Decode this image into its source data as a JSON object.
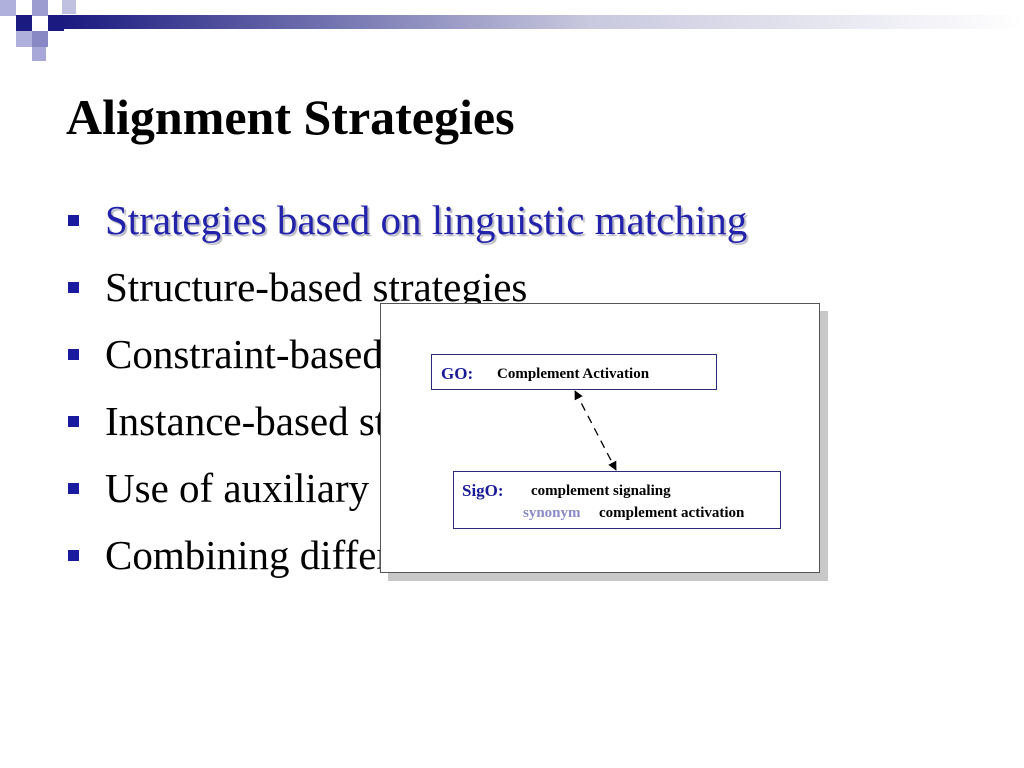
{
  "slide": {
    "title": "Alignment Strategies",
    "bullets": [
      "Strategies based on linguistic matching",
      "Structure-based strategies",
      "Constraint-based approaches",
      "Instance-based strategies",
      "Use of auxiliary information",
      "Combining different approaches"
    ]
  },
  "popup": {
    "go_label": "GO:",
    "go_value": "Complement Activation",
    "sigo_label": "SigO:",
    "sigo_value": "complement signaling",
    "synonym_label": "synonym",
    "synonym_value": "complement activation"
  },
  "colors": {
    "header_dark": "#1a1a80",
    "header_light": "#9a9ad0",
    "accent_text": "#2222aa",
    "synonym_text": "#8a8ac8"
  }
}
